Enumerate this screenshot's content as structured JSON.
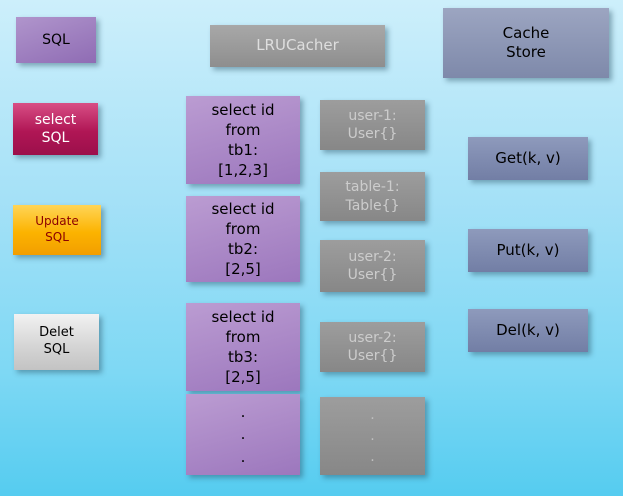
{
  "colors": {
    "background_top": "#cdeffb",
    "background_bottom": "#55ccf0",
    "purple_box": "#9c77bd",
    "magenta_box": "#b01655",
    "orange_box": "#fcb300",
    "silver_box": "#d6d6d6",
    "gray_box": "#8e8e8e",
    "slate_blue_box": "#727ea5",
    "cache_store_box": "#8c96b6"
  },
  "sources": [
    {
      "label": "SQL"
    },
    {
      "label": "select\nSQL"
    },
    {
      "label": "Update\nSQL"
    },
    {
      "label": "Delet\nSQL"
    }
  ],
  "lru_cacher": {
    "label": "LRUCacher"
  },
  "queries": [
    {
      "label": "select id\nfrom\ntb1:\n[1,2,3]"
    },
    {
      "label": "select id\nfrom\ntb2:\n[2,5]"
    },
    {
      "label": "select id\nfrom\ntb3:\n[2,5]"
    },
    {
      "label": ".\n.\n."
    }
  ],
  "cache_entries": [
    {
      "label": "user-1:\nUser{}"
    },
    {
      "label": "table-1:\nTable{}"
    },
    {
      "label": "user-2:\nUser{}"
    },
    {
      "label": "user-2:\nUser{}"
    },
    {
      "label": ".\n.\n."
    }
  ],
  "cache_store": {
    "label": "Cache\nStore"
  },
  "operations": [
    {
      "label": "Get(k, v)"
    },
    {
      "label": "Put(k, v)"
    },
    {
      "label": "Del(k, v)"
    }
  ]
}
